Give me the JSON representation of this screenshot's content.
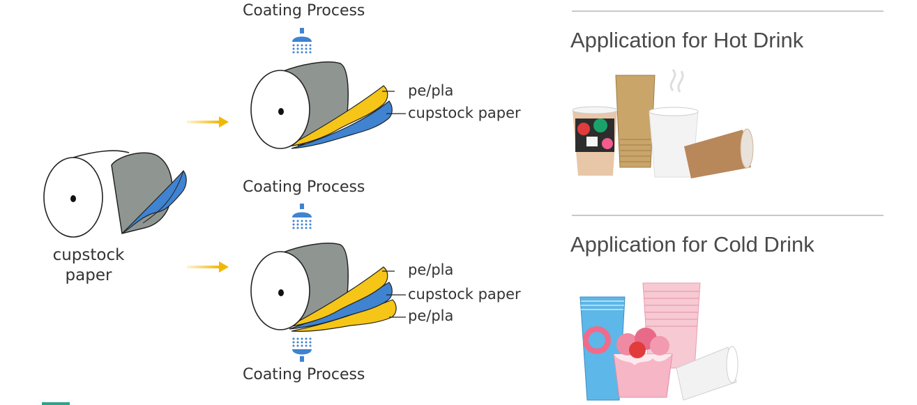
{
  "base": {
    "label_line1": "cupstock",
    "label_line2": "paper"
  },
  "top_process": {
    "coating_label": "Coating Process",
    "layers": [
      "pe/pla",
      "cupstock paper"
    ]
  },
  "bottom_process": {
    "coating_label_top": "Coating Process",
    "coating_label_bottom": "Coating Process",
    "layers": [
      "pe/pla",
      "cupstock paper",
      "pe/pla"
    ]
  },
  "applications": [
    {
      "title": "Application for Hot Drink"
    },
    {
      "title": "Application for Cold Drink"
    }
  ],
  "colors": {
    "yellow": "#F5C518",
    "blue": "#3F83D1",
    "gray": "#8F9692",
    "arrow": "#F2B705",
    "shower": "#3F83D1"
  },
  "icons": [
    "shower-icon",
    "arrow-icon"
  ]
}
